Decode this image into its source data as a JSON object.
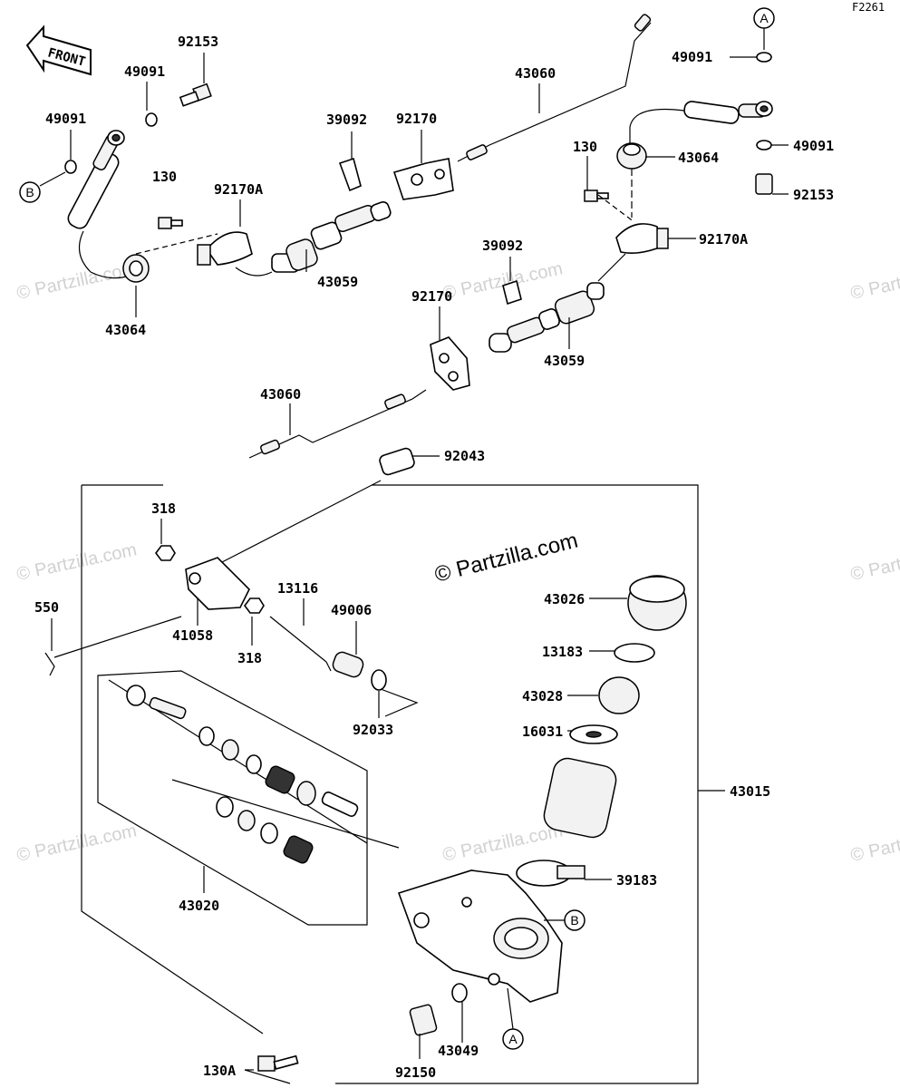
{
  "figure_id": "F2261",
  "front_label": "FRONT",
  "copyright": "© Partzilla.com",
  "watermark": "© Partzilla.com",
  "refs": {
    "a": "A",
    "b": "B"
  },
  "labels": {
    "p92153_left": "92153",
    "p49091_l1": "49091",
    "p49091_l2": "49091",
    "p43060_top": "43060",
    "p39092_top": "39092",
    "p92170_top": "92170",
    "p49091_r1": "49091",
    "p130_mid": "130",
    "p92170A_left": "92170A",
    "p43064_right": "43064",
    "p49091_r2": "49091",
    "p92153_right": "92153",
    "p43059_top": "43059",
    "p43064_left": "43064",
    "p92170A_right": "92170A",
    "p130_right": "130",
    "p39092_mid": "39092",
    "p92170_mid": "92170",
    "p43059_mid": "43059",
    "p43060_mid": "43060",
    "p92043": "92043",
    "p318_top": "318",
    "p550": "550",
    "p13116": "13116",
    "p49006": "49006",
    "p41058": "41058",
    "p318_bot": "318",
    "p92033": "92033",
    "p43026": "43026",
    "p13183": "13183",
    "p43028": "43028",
    "p16031": "16031",
    "p43015": "43015",
    "p39183": "39183",
    "p43020": "43020",
    "p92150": "92150",
    "p43049": "43049",
    "p130A": "130A"
  }
}
